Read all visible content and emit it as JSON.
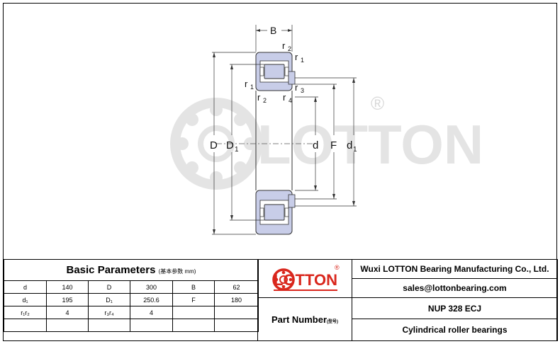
{
  "drawing": {
    "label_B": "B",
    "label_r2_top": "r",
    "label_r2_top_sub": "2",
    "label_r1_top": "r",
    "label_r1_top_sub": "1",
    "label_r1_left": "r",
    "label_r1_left_sub": "1",
    "label_r2_bottom": "r",
    "label_r2_bottom_sub": "2",
    "label_r4": "r",
    "label_r4_sub": "4",
    "label_r3": "r",
    "label_r3_sub": "3",
    "label_D": "D",
    "label_D1": "D",
    "label_D1_sub": "1",
    "label_d": "d",
    "label_F": "F",
    "label_d1": "d",
    "label_d1_sub": "1",
    "watermark": "LOTTON",
    "registered": "®"
  },
  "basic_parameters": {
    "title": "Basic Parameters",
    "title_note": "(基本参数 mm)",
    "rows": [
      [
        "d",
        "140",
        "D",
        "300",
        "B",
        "62"
      ],
      [
        "d₁",
        "195",
        "D₁",
        "250.6",
        "F",
        "180"
      ],
      [
        "r₁r₂",
        "4",
        "r₃r₄",
        "4",
        "",
        ""
      ],
      [
        "",
        "",
        "",
        "",
        "",
        ""
      ]
    ]
  },
  "brand": {
    "logo_text": "LOTTON",
    "registered": "®",
    "company": "Wuxi LOTTON Bearing Manufacturing Co., Ltd.",
    "email": "sales@lottonbearing.com"
  },
  "part": {
    "label": "Part Number",
    "label_note": "(型号)",
    "model": "NUP  328 ECJ",
    "type": "Cylindrical roller bearings"
  },
  "colors": {
    "ring_fill": "#c8cde8",
    "logo_red": "#d9261c",
    "watermark": "#e6e6e6"
  }
}
